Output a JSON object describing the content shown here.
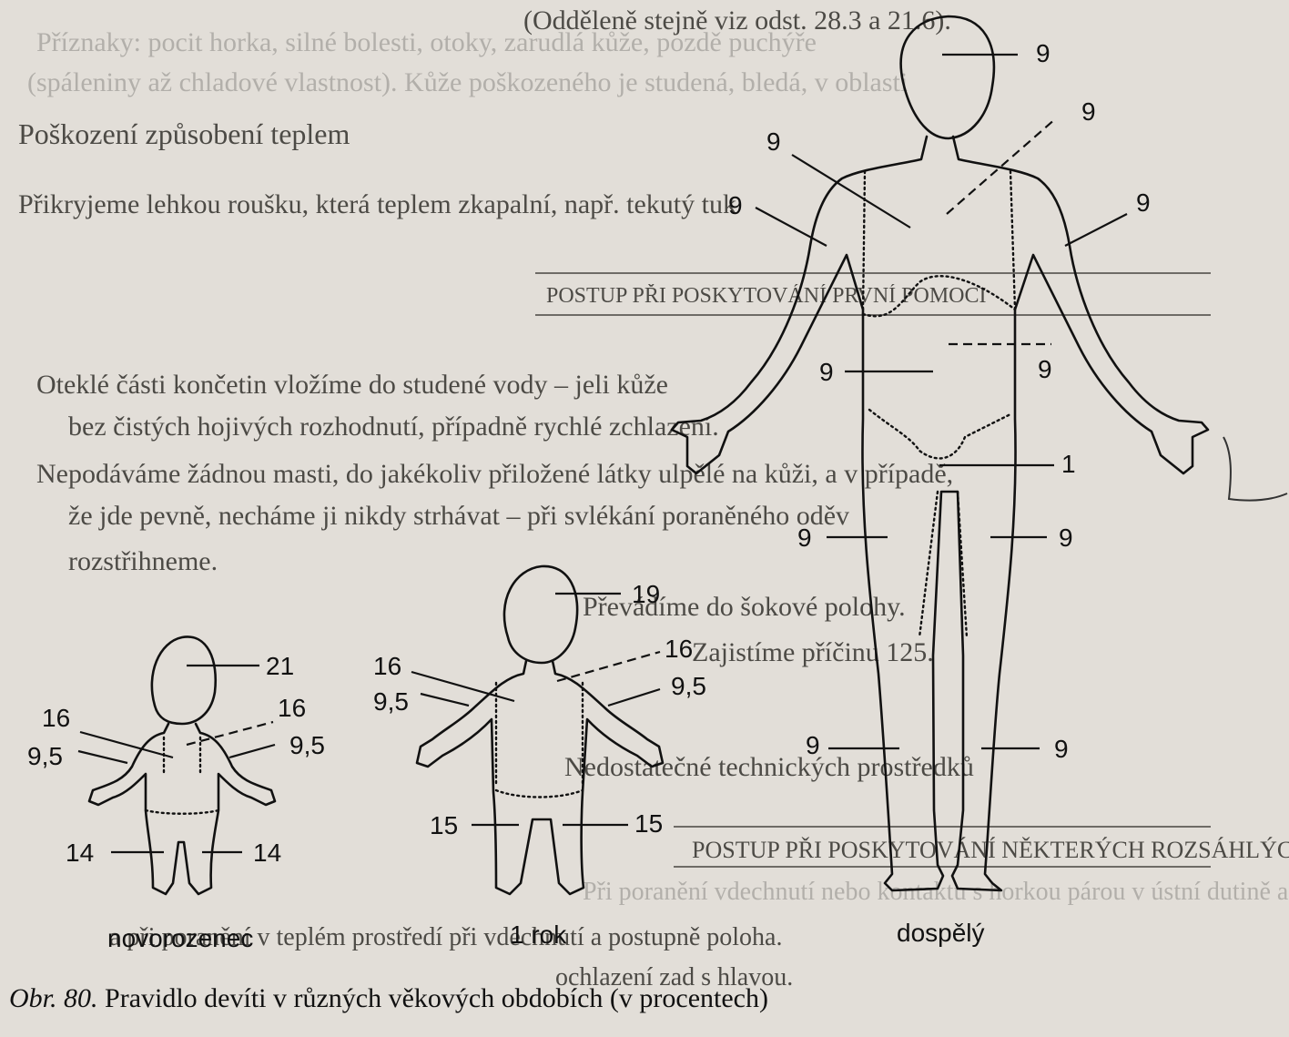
{
  "page": {
    "background_text": [
      {
        "text": "(Odděleně stejně viz odst. 28.3 a 21.6).",
        "style": "dark"
      },
      {
        "text": "Příznaky: pocit horka, silné bolesti, otoky, zarudlá kůže, pozdě puchýře",
        "style": "ghost"
      },
      {
        "text": "(spáleniny až chladové vlastnost). Kůže poškozeného je studená, bledá, v oblasti",
        "style": "ghost"
      },
      {
        "text": "Poškození způsobení teplem",
        "style": "dark"
      },
      {
        "text": "Přikryjeme lehkou roušku, která teplem zkapalní, např. tekutý tuk",
        "style": "dark"
      },
      {
        "text": "POSTUP PŘI POSKYTOVÁNÍ PRVNÍ POMOCI",
        "style": "dark"
      },
      {
        "text": "Oteklé části končetin vložíme do studené vody – jeli kůže",
        "style": "dark"
      },
      {
        "text": "bez čistých hojivých rozhodnutí, případně rychlé zchlazení.",
        "style": "dark"
      },
      {
        "text": "Nepodáváme žádnou masti, do jakékoliv přiložené látky ulpělé na kůži, a v případě,",
        "style": "dark"
      },
      {
        "text": "že jde pevně, necháme ji nikdy strhávat – při svlékání poraněného oděv",
        "style": "dark"
      },
      {
        "text": "rozstřihneme.",
        "style": "dark"
      },
      {
        "text": "Převádíme do šokové polohy.",
        "style": "dark"
      },
      {
        "text": "Zajistíme příčinu 125.",
        "style": "dark"
      },
      {
        "text": "Nedostatečné technických prostředků",
        "style": "dark"
      },
      {
        "text": "POSTUP PŘI POSKYTOVÁNÍ NĚKTERÝCH ROZSÁHLÝCH",
        "style": "dark"
      },
      {
        "text": "Při poranění vdechnutí nebo kontaktu s horkou párou v ústní dutině a umělé dýchání.",
        "style": "ghost"
      },
      {
        "text": "a při poranění v teplém prostředí při vdechnutí a postupně poloha.",
        "style": "dark"
      },
      {
        "text": "ochlazení zad s hlavou.",
        "style": "dark"
      }
    ],
    "caption": {
      "prefix": "Obr. 80.",
      "text": " Pravidlo devíti v různých věkových obdobích (v procentech)"
    }
  },
  "diagram": {
    "figures": [
      {
        "id": "newborn",
        "label": "novorozenec",
        "values": {
          "head": "21",
          "trunk_front": "16",
          "trunk_back": "16",
          "arm_left": "9,5",
          "arm_right": "9,5",
          "leg_left": "14",
          "leg_right": "14"
        }
      },
      {
        "id": "one-year",
        "label": "1 rok",
        "values": {
          "head": "19",
          "trunk_front": "16",
          "trunk_back": "16",
          "arm_left": "9,5",
          "arm_right": "9,5",
          "leg_left": "15",
          "leg_right": "15"
        }
      },
      {
        "id": "adult",
        "label": "dospělý",
        "values": {
          "head": "9",
          "trunk_front_upper": "9",
          "trunk_back_upper": "9",
          "arm_left": "9",
          "arm_right": "9",
          "trunk_front_lower": "9",
          "trunk_back_lower": "9",
          "genitals": "1",
          "thigh_left": "9",
          "thigh_right": "9",
          "shin_left": "9",
          "shin_right": "9"
        }
      }
    ]
  }
}
